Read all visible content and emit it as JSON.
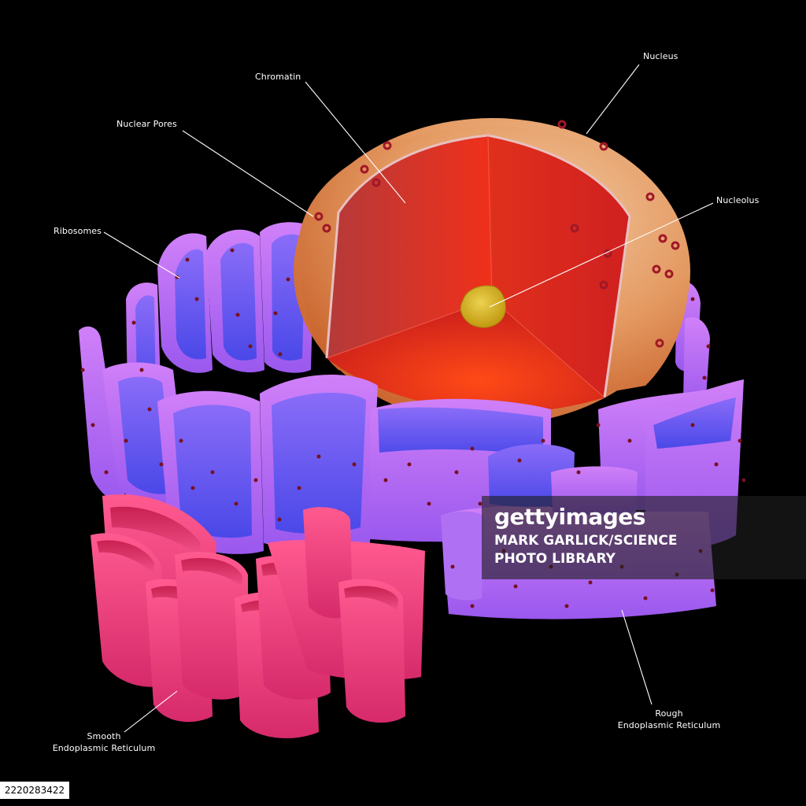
{
  "labels": {
    "nucleus": "Nucleus",
    "chromatin": "Chromatin",
    "nuclear_pores": "Nuclear Pores",
    "nucleolus": "Nucleolus",
    "ribosomes": "Ribosomes",
    "smooth_er_line1": "Smooth",
    "smooth_er_line2": "Endoplasmic Reticulum",
    "rough_er_line1": "Rough",
    "rough_er_line2": "Endoplasmic Reticulum"
  },
  "watermark": {
    "logo": "gettyimages",
    "credit_line1": "MARK GARLICK/SCIENCE",
    "credit_line2": "PHOTO LIBRARY"
  },
  "image_id": "2220283422",
  "colors": {
    "background": "#000000",
    "nucleus_shell": "#e8a070",
    "nucleus_interior": "#e8321a",
    "nucleolus": "#d8b020",
    "rough_er": "#b060f0",
    "smooth_er": "#f04080",
    "ribosome": "#7a1020"
  }
}
